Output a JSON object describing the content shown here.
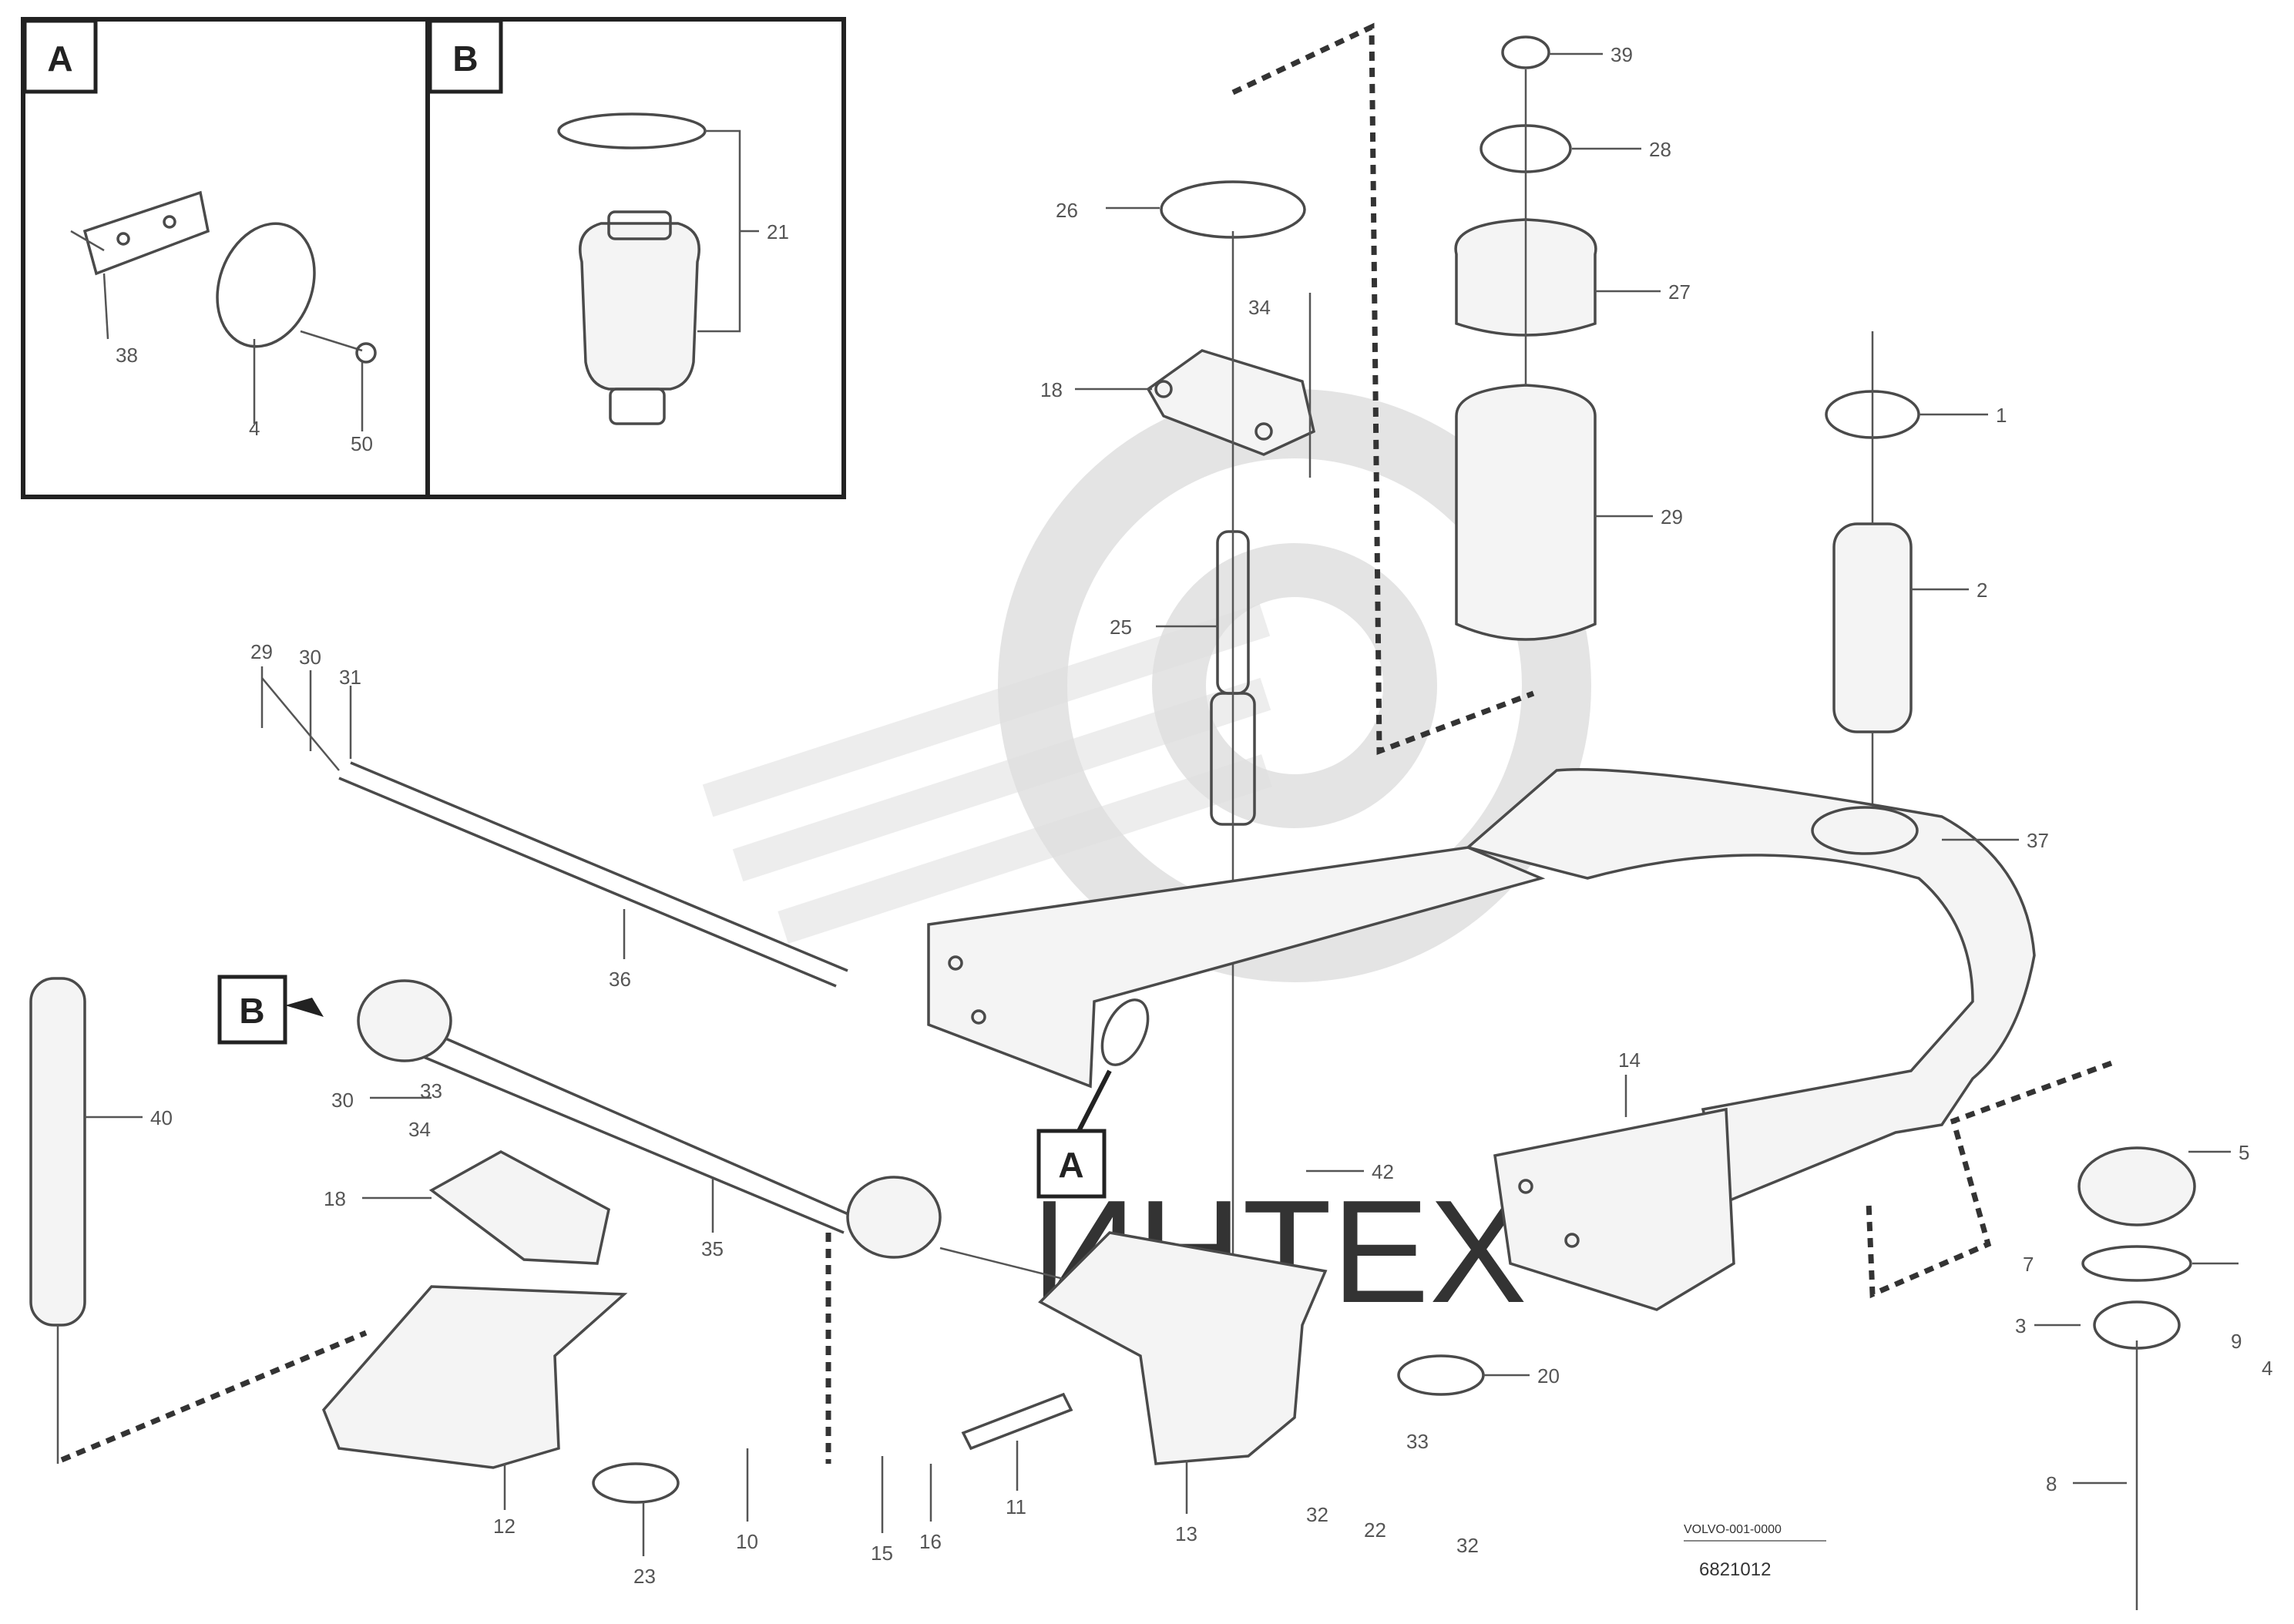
{
  "inset_a": {
    "letter": "A",
    "callouts": [
      "38",
      "4",
      "50"
    ]
  },
  "inset_b": {
    "letter": "B",
    "callouts": [
      "21"
    ]
  },
  "callouts": [
    {
      "id": "c39",
      "text": "39"
    },
    {
      "id": "c28",
      "text": "28"
    },
    {
      "id": "c26",
      "text": "26"
    },
    {
      "id": "c27",
      "text": "27"
    },
    {
      "id": "c34a",
      "text": "34"
    },
    {
      "id": "c18a",
      "text": "18"
    },
    {
      "id": "c25",
      "text": "25"
    },
    {
      "id": "c1",
      "text": "1"
    },
    {
      "id": "c2",
      "text": "2"
    },
    {
      "id": "c29a",
      "text": "29"
    },
    {
      "id": "c30a",
      "text": "30"
    },
    {
      "id": "c31",
      "text": "31"
    },
    {
      "id": "c29b",
      "text": "29"
    },
    {
      "id": "c36",
      "text": "36"
    },
    {
      "id": "c37",
      "text": "37"
    },
    {
      "id": "c5",
      "text": "5"
    },
    {
      "id": "c40",
      "text": "40"
    },
    {
      "id": "c30b",
      "text": "30"
    },
    {
      "id": "c33a",
      "text": "33"
    },
    {
      "id": "c34b",
      "text": "34"
    },
    {
      "id": "c18b",
      "text": "18"
    },
    {
      "id": "c35",
      "text": "35"
    },
    {
      "id": "c14",
      "text": "14"
    },
    {
      "id": "c42",
      "text": "42"
    },
    {
      "id": "c7",
      "text": "7"
    },
    {
      "id": "c3",
      "text": "3"
    },
    {
      "id": "c4",
      "text": "4"
    },
    {
      "id": "c8",
      "text": "8"
    },
    {
      "id": "c9",
      "text": "9"
    },
    {
      "id": "c32a",
      "text": "32"
    },
    {
      "id": "c22",
      "text": "22"
    },
    {
      "id": "c33b",
      "text": "33"
    },
    {
      "id": "c20",
      "text": "20"
    },
    {
      "id": "c12",
      "text": "12"
    },
    {
      "id": "c23",
      "text": "23"
    },
    {
      "id": "c10",
      "text": "10"
    },
    {
      "id": "c15",
      "text": "15"
    },
    {
      "id": "c16",
      "text": "16"
    },
    {
      "id": "c11",
      "text": "11"
    },
    {
      "id": "c13",
      "text": "13"
    },
    {
      "id": "c32b",
      "text": "32"
    }
  ],
  "view_labels": {
    "a": "A",
    "b": "B"
  },
  "drawing_ref": [
    "VOLVO-001-0000",
    "6821012"
  ],
  "watermark": {
    "text": "ИНТЕХ"
  },
  "colors": {
    "line": "#4a4a4a",
    "watermark": "#dedede"
  }
}
